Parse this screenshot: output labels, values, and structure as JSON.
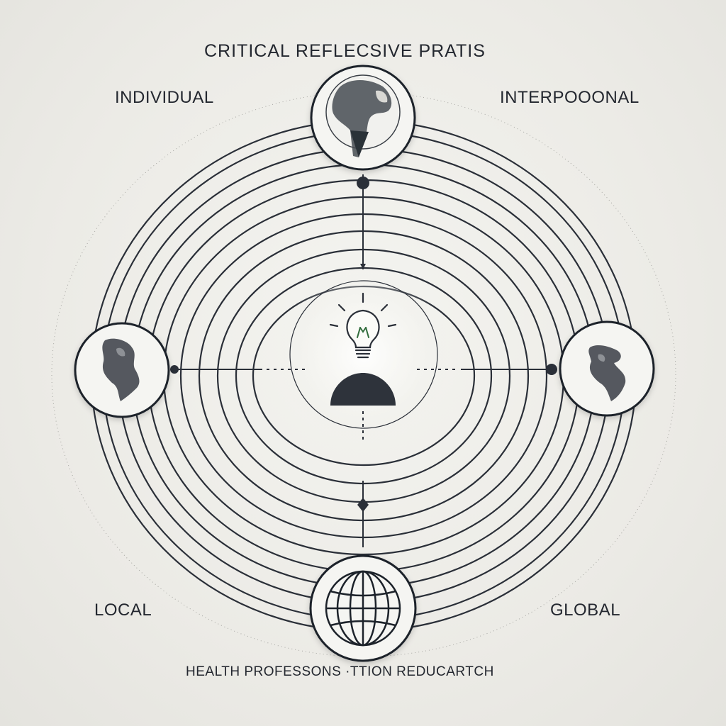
{
  "title": "CRITICAL REFLECSIVE PRATIS",
  "labels": {
    "top_left": "INDIVIDUAL",
    "top_right": "INTERPOOONAL",
    "bottom_left": "LOCAL",
    "bottom_right": "GLOBAL"
  },
  "footer": "HEALTH PROFESSONS ·TTION REDUCARTCH",
  "nodes": {
    "top": "earth-globe-icon",
    "left": "continent-map-icon",
    "right": "continent-map-icon",
    "bottom": "wireframe-globe-icon",
    "center": "lightbulb-person-icon"
  },
  "colors": {
    "background": "#ecebe6",
    "line": "#2a2f38",
    "accent_bulb": "#2f6b3a"
  }
}
